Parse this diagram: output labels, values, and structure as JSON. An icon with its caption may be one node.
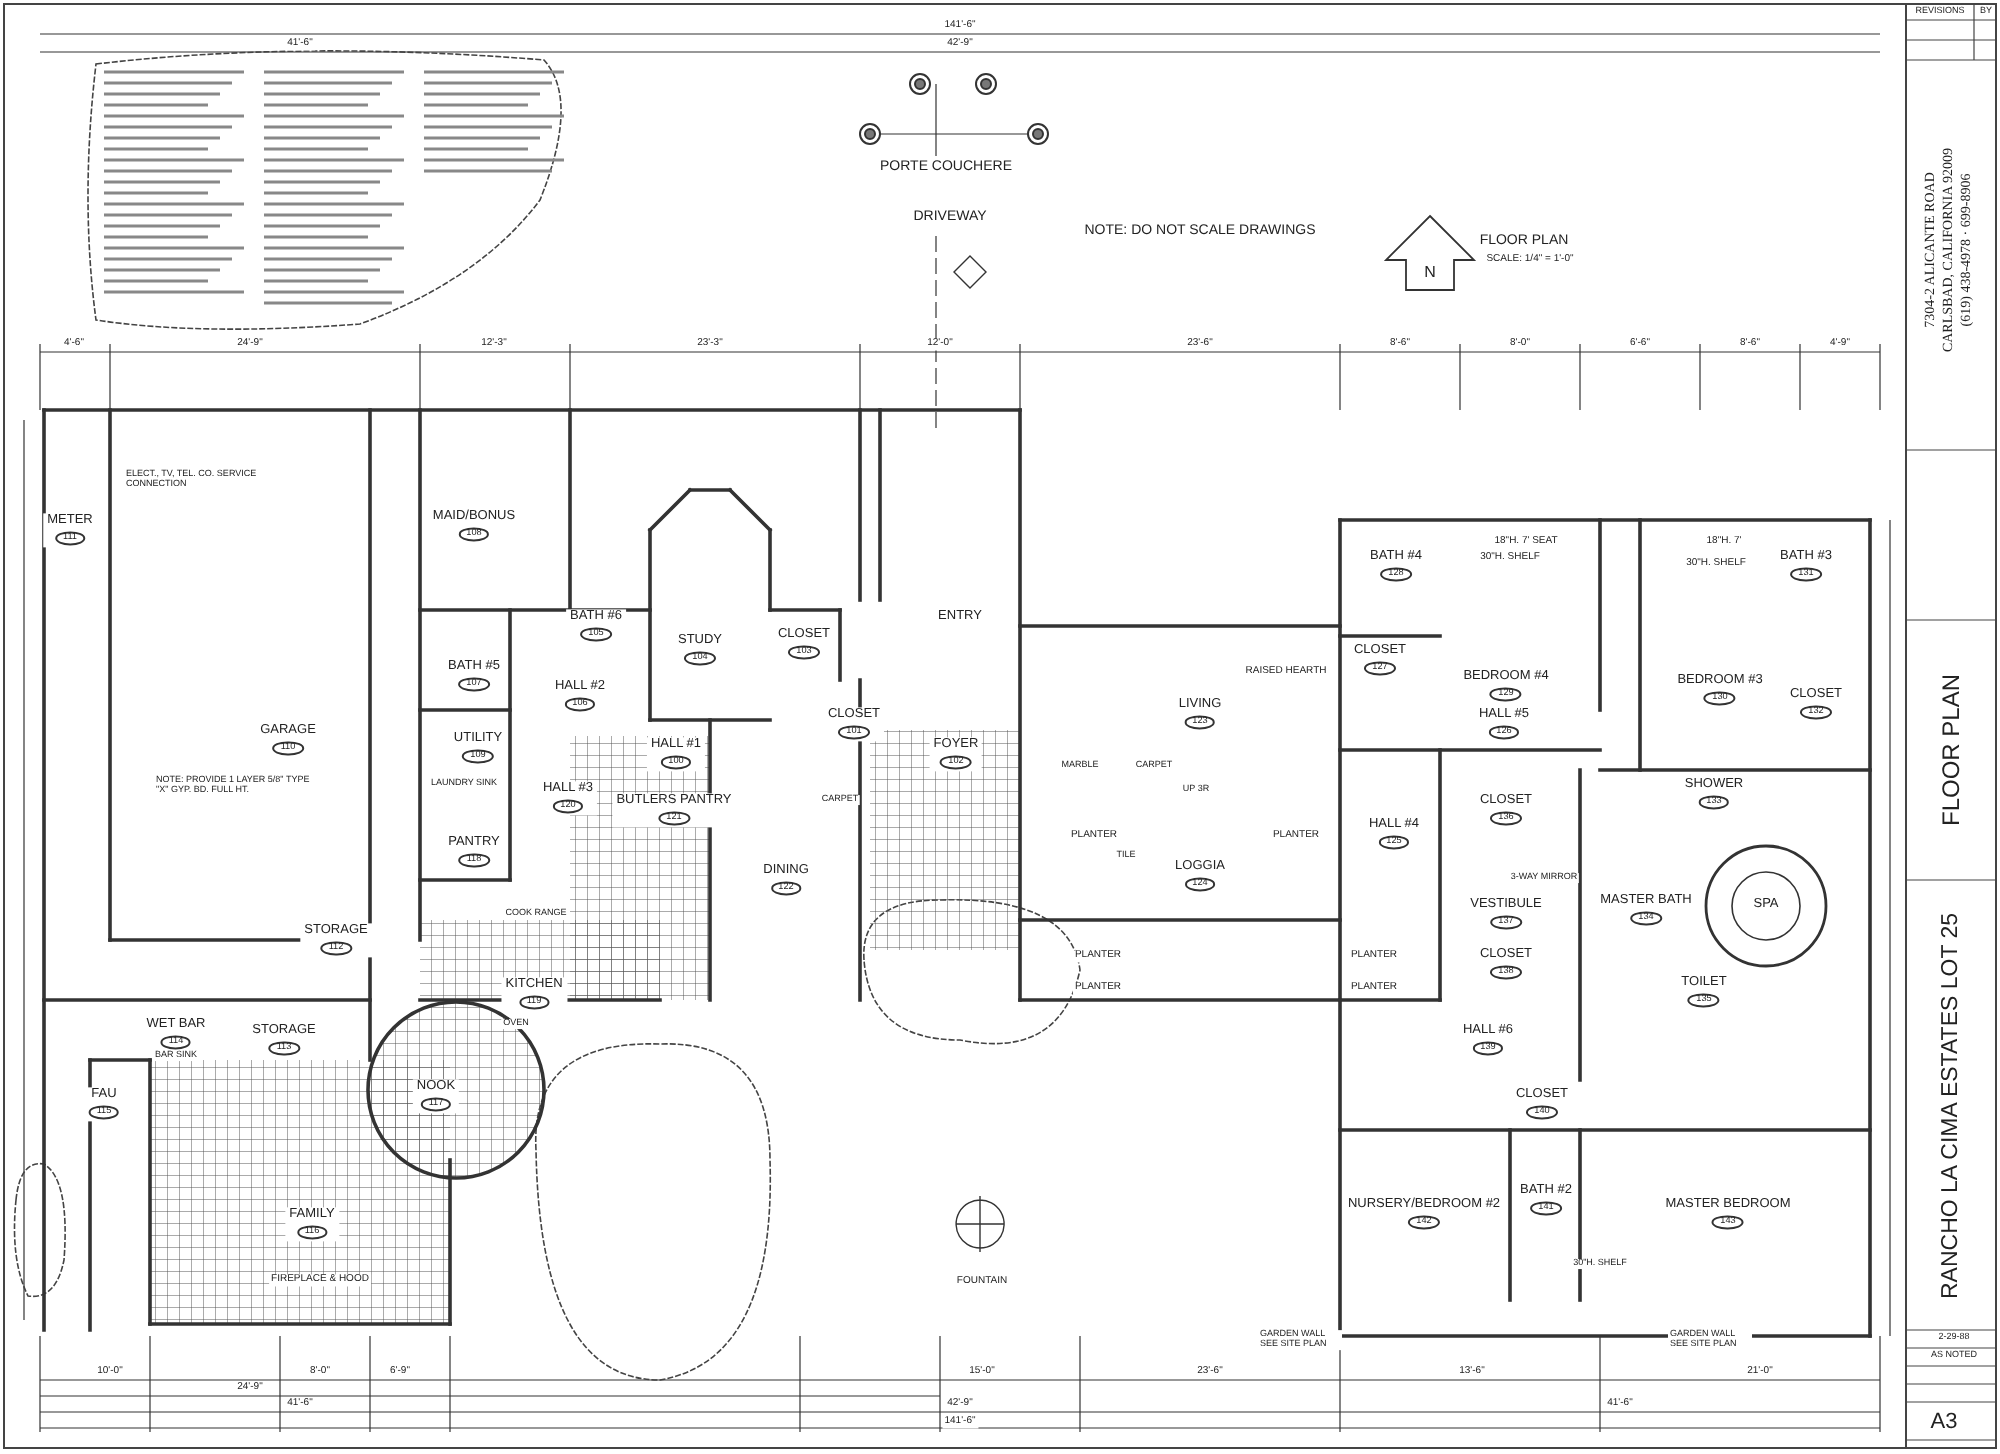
{
  "diagram": {
    "nodes": [
      {
        "text": [
          "GARAGE",
          "110"
        ]
      },
      {
        "text": [
          "METER",
          "111"
        ]
      },
      {
        "text": [
          "MAID/BONUS",
          "108"
        ]
      },
      {
        "text": [
          "BATH #5",
          "107"
        ]
      },
      {
        "text": [
          "BATH #6",
          "105"
        ]
      },
      {
        "text": [
          "STUDY",
          "104"
        ]
      },
      {
        "text": [
          "CLOSET",
          "103"
        ]
      },
      {
        "text": [
          "ENTRY"
        ]
      },
      {
        "text": [
          "HALL #2",
          "106"
        ]
      },
      {
        "text": [
          "UTILITY",
          "109"
        ]
      },
      {
        "text": [
          "HALL #1",
          "100"
        ]
      },
      {
        "text": [
          "CLOSET",
          "101"
        ]
      },
      {
        "text": [
          "FOYER",
          "102"
        ]
      },
      {
        "text": [
          "HALL #3",
          "120"
        ]
      },
      {
        "text": [
          "BUTLERS PANTRY",
          "121"
        ]
      },
      {
        "text": [
          "PANTRY",
          "118"
        ]
      },
      {
        "text": [
          "DINING",
          "122"
        ]
      },
      {
        "text": [
          "STORAGE",
          "112"
        ]
      },
      {
        "text": [
          "KITCHEN",
          "119"
        ]
      },
      {
        "text": [
          "WET BAR",
          "114"
        ]
      },
      {
        "text": [
          "STORAGE",
          "113"
        ]
      },
      {
        "text": [
          "FAU",
          "115"
        ]
      },
      {
        "text": [
          "NOOK",
          "117"
        ]
      },
      {
        "text": [
          "FAMILY",
          "116"
        ]
      },
      {
        "text": [
          "LIVING",
          "123"
        ]
      },
      {
        "text": [
          "LOGGIA",
          "124"
        ]
      },
      {
        "text": [
          "BATH #4",
          "128"
        ]
      },
      {
        "text": [
          "CLOSET",
          "127"
        ]
      },
      {
        "text": [
          "BEDROOM #4",
          "129"
        ]
      },
      {
        "text": [
          "HALL #5",
          "126"
        ]
      },
      {
        "text": [
          "BEDROOM #3",
          "130"
        ]
      },
      {
        "text": [
          "BATH #3",
          "131"
        ]
      },
      {
        "text": [
          "CLOSET",
          "132"
        ]
      },
      {
        "text": [
          "HALL #4",
          "125"
        ]
      },
      {
        "text": [
          "CLOSET",
          "136"
        ]
      },
      {
        "text": [
          "SHOWER",
          "133"
        ]
      },
      {
        "text": [
          "VESTIBULE",
          "137"
        ]
      },
      {
        "text": [
          "MASTER BATH",
          "134"
        ]
      },
      {
        "text": [
          "SPA"
        ]
      },
      {
        "text": [
          "CLOSET",
          "138"
        ]
      },
      {
        "text": [
          "TOILET",
          "135"
        ]
      },
      {
        "text": [
          "HALL #6",
          "139"
        ]
      },
      {
        "text": [
          "CLOSET",
          "140"
        ]
      },
      {
        "text": [
          "NURSERY/BEDROOM #2",
          "142"
        ]
      },
      {
        "text": [
          "BATH #2",
          "141"
        ]
      },
      {
        "text": [
          "MASTER BEDROOM",
          "143"
        ]
      }
    ],
    "labels": [
      "PORTE COUCHERE",
      "DRIVEWAY",
      "NOTE: DO NOT SCALE DRAWINGS",
      "FLOOR PLAN",
      "SCALE: 1/4\" = 1'-0\"",
      "N",
      "141'-6\"",
      "41'-6\"",
      "42'-9\"",
      "4'-6\"",
      "24'-9\"",
      "12'-3\"",
      "23'-3\"",
      "12'-0\"",
      "23'-6\"",
      "8'-6\"",
      "8'-0\"",
      "6'-6\"",
      "8'-6\"",
      "4'-9\"",
      "ELECT., TV, TEL. CO. SERVICE CONNECTION",
      "NOTE: PROVIDE 1 LAYER 5/8\" TYPE \"X\" GYP. BD. FULL HT.",
      "LAUNDRY SINK",
      "CARPET",
      "COOK RANGE",
      "MARBLE",
      "CARPET",
      "RAISED HEARTH",
      "UP 3R",
      "PLANTER",
      "PLANTER",
      "TILE",
      "18\"H. 7' SEAT",
      "30\"H. SHELF",
      "18\"H. 7'",
      "30\"H. SHELF",
      "3-WAY MIRROR",
      "PLANTER",
      "PLANTER",
      "PLANTER",
      "PLANTER",
      "BAR SINK",
      "OVEN",
      "FIREPLACE & HOOD",
      "FOUNTAIN",
      "GARDEN WALL SEE SITE PLAN",
      "30\"H. SHELF",
      "GARDEN WALL SEE SITE PLAN",
      "10'-0\"",
      "8'-0\"",
      "6'-9\"",
      "15'-0\"",
      "23'-6\"",
      "13'-6\"",
      "21'-0\"",
      "24'-9\"",
      "41'-6\"",
      "42'-9\"",
      "41'-6\"",
      "141'-6\"",
      "REVISIONS",
      "BY",
      "7304-2 ALICANTE ROAD",
      "CARLSBAD, CALIFORNIA 92009",
      "(619) 438-4978 · 699-8906",
      "FLOOR PLAN",
      "RANCHO LA CIMA ESTATES LOT 25",
      "2-29-88",
      "AS NOTED",
      "A3"
    ]
  }
}
